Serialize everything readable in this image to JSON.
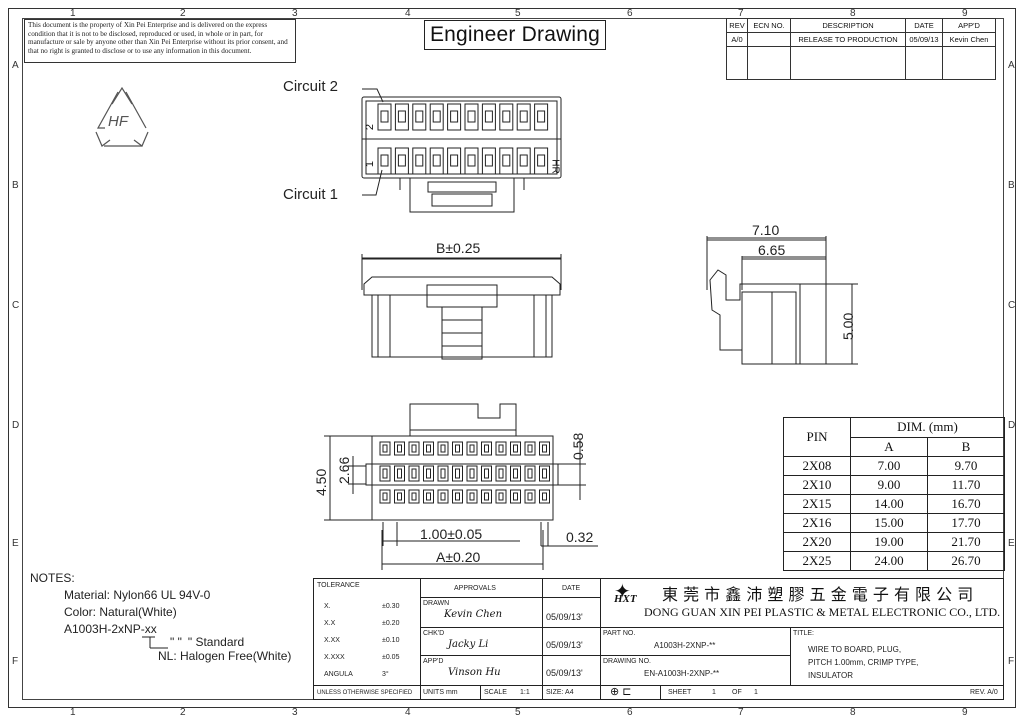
{
  "drawing": {
    "notice": "This document is the property of Xin Pei Enterprise and is delivered on the express condition that it is not to be disclosed, reproduced or used, in whole or in part, for manufacture or sale by anyone other than Xin Pei Enterprise without its prior consent, and that no right is granted to disclose or to use any information in this document.",
    "title": "Engineer Drawing",
    "zones_cols": [
      "1",
      "2",
      "3",
      "4",
      "5",
      "6",
      "7",
      "8",
      "9"
    ],
    "zones_rows": [
      "A",
      "B",
      "C",
      "D",
      "E",
      "F"
    ],
    "revision": {
      "headers": [
        "REV",
        "ECN NO.",
        "DESCRIPTION",
        "DATE",
        "APP'D"
      ],
      "row": [
        "A/0",
        "",
        "RELEASE TO PRODUCTION",
        "05/09/13",
        "Kevin Chen"
      ]
    },
    "logo_text": "HF",
    "labels": {
      "circuit2": "Circuit 2",
      "circuit1": "Circuit 1",
      "mark2": "2",
      "mark1": "1",
      "hr": "HR"
    },
    "dims": {
      "b": "B±0.25",
      "w710": "7.10",
      "w665": "6.65",
      "h500": "5.00",
      "h450": "4.50",
      "h266": "2.66",
      "h058": "0.58",
      "pitch": "1.00±0.05",
      "d032": "0.32",
      "a": "A±0.20"
    },
    "pin_table": {
      "pin_header": "PIN",
      "dim_header": "DIM. (mm)",
      "col_a": "A",
      "col_b": "B",
      "rows": [
        [
          "2X08",
          "7.00",
          "9.70"
        ],
        [
          "2X10",
          "9.00",
          "11.70"
        ],
        [
          "2X15",
          "14.00",
          "16.70"
        ],
        [
          "2X16",
          "15.00",
          "17.70"
        ],
        [
          "2X20",
          "19.00",
          "21.70"
        ],
        [
          "2X25",
          "24.00",
          "26.70"
        ]
      ]
    },
    "notes": {
      "heading": "NOTES:",
      "material": "Material: Nylon66 UL 94V-0",
      "color": "Color: Natural(White)",
      "part": "A1003H-2xNP-xx",
      "std_code": "\"  \"",
      "std": "\" Standard",
      "nl": "NL: Halogen Free(White)"
    },
    "title_block": {
      "tolerance": "TOLERANCE",
      "tol_rows": [
        [
          "X.",
          "±0.30"
        ],
        [
          "X.X",
          "±0.20"
        ],
        [
          "X.XX",
          "±0.10"
        ],
        [
          "X.XXX",
          "±0.05"
        ],
        [
          "ANGULA",
          "3°"
        ]
      ],
      "unless": "UNLESS OTHERWISE SPECIFIED",
      "approvals": "APPROVALS",
      "date_h": "DATE",
      "drawn": "DRAWN",
      "drawn_sig": "Kevin Chen",
      "chkd": "CHK'D",
      "chkd_sig": "Jacky Li",
      "appd": "APP'D",
      "appd_sig": "Vinson Hu",
      "date1": "05/09/13'",
      "date2": "05/09/13'",
      "date3": "05/09/13'",
      "units": "UNITS mm",
      "scale": "SCALE",
      "scale_v": "1:1",
      "size": "SIZE: A4",
      "company_logo": "HXT",
      "company_cn": "東 莞 市 鑫 沛 塑 膠 五 金 電 子 有 限 公 司",
      "company_en": "DONG GUAN XIN PEI PLASTIC & METAL ELECTRONIC CO., LTD.",
      "part_no_h": "PART NO.",
      "part_no": "A1003H-2XNP-**",
      "drawing_no_h": "DRAWING NO.",
      "drawing_no": "EN-A1003H-2XNP-**",
      "sheet": "SHEET",
      "sheet_v": "1",
      "of": "OF",
      "of_v": "1",
      "title_h": "TITLE:",
      "title1": "WIRE TO BOARD, PLUG,",
      "title2": "PITCH 1.00mm, CRIMP TYPE,",
      "title3": "INSULATOR",
      "rev": "REV. A/0"
    }
  }
}
